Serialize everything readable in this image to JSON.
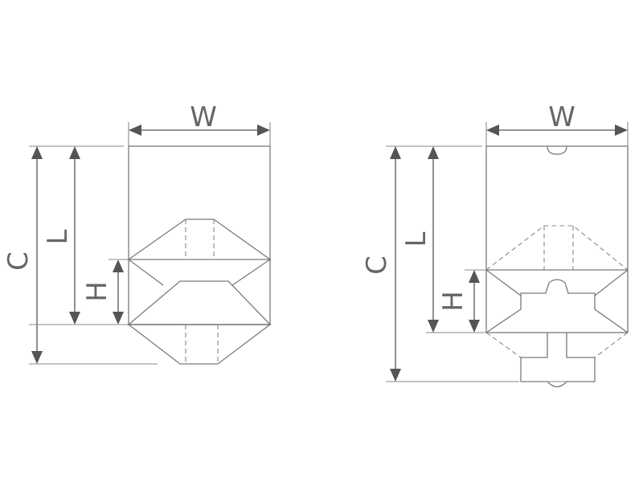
{
  "left_bag": {
    "width_label": "W",
    "length_label": "L",
    "height_label": "H",
    "total_label": "C"
  },
  "right_bag": {
    "width_label": "W",
    "length_label": "L",
    "height_label": "H",
    "total_label": "C"
  },
  "colors": {
    "outline": "#7a7a7a",
    "dimension": "#555555",
    "label": "#666666"
  }
}
